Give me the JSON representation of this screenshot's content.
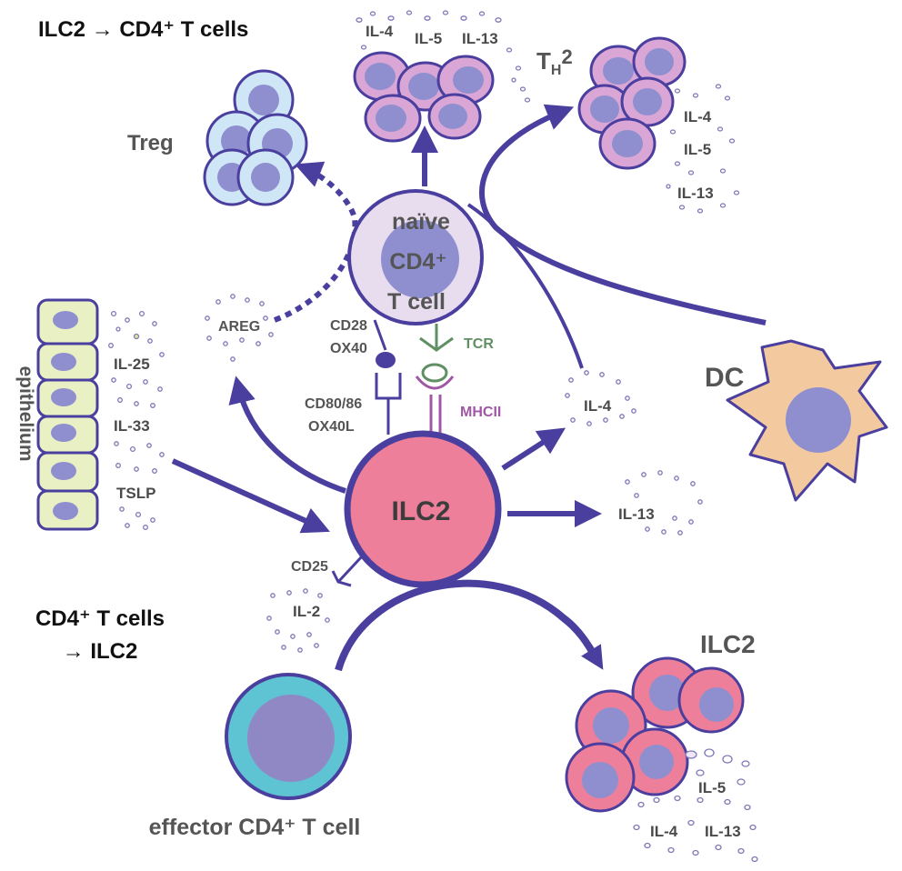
{
  "title_top": "ILC2 → CD4⁺ T cells",
  "title_bottom_line1": "CD4⁺ T cells",
  "title_bottom_line2": "→ ILC2",
  "cells": {
    "treg": "Treg",
    "naive_line1": "naïve",
    "naive_line2": "CD4⁺",
    "naive_line3": "T cell",
    "th2": "T",
    "th2_sub": "H",
    "th2_sup": "2",
    "dc": "DC",
    "ilc2_center": "ILC2",
    "ilc2_expanded": "ILC2",
    "effector": "effector CD4⁺ T cell",
    "epithelium": "epithelium"
  },
  "molecules": {
    "cd28": "CD28",
    "ox40": "OX40",
    "cd80_86": "CD80/86",
    "ox40l": "OX40L",
    "tcr": "TCR",
    "mhcii": "MHCII",
    "cd25": "CD25",
    "il2": "IL-2",
    "areg": "AREG"
  },
  "cytokines": {
    "epithelial": [
      "IL-25",
      "IL-33",
      "TSLP"
    ],
    "th2_top": [
      "IL-4",
      "IL-5",
      "IL-13"
    ],
    "th2_right": [
      "IL-4",
      "IL-5",
      "IL-13"
    ],
    "ilc2_il4": "IL-4",
    "ilc2_il13": "IL-13",
    "expanded_ilc2": [
      "IL-5",
      "IL-4",
      "IL-13"
    ]
  },
  "colors": {
    "arrow": "#4a3f9e",
    "cell_outline": "#4a3f9e",
    "nucleus": "#8f8fd0",
    "treg_fill": "#cfe6f7",
    "th2_fill": "#d9a6d6",
    "naive_fill": "#e8dcef",
    "ilc2_fill": "#ee7f9b",
    "dc_fill": "#f3caa0",
    "epithelium_fill": "#e8f0c4",
    "effector_outer": "#5ec4d4",
    "effector_inner": "#8f88c4",
    "tcr_color": "#5f8f62",
    "mhcii_color": "#a057a4"
  }
}
